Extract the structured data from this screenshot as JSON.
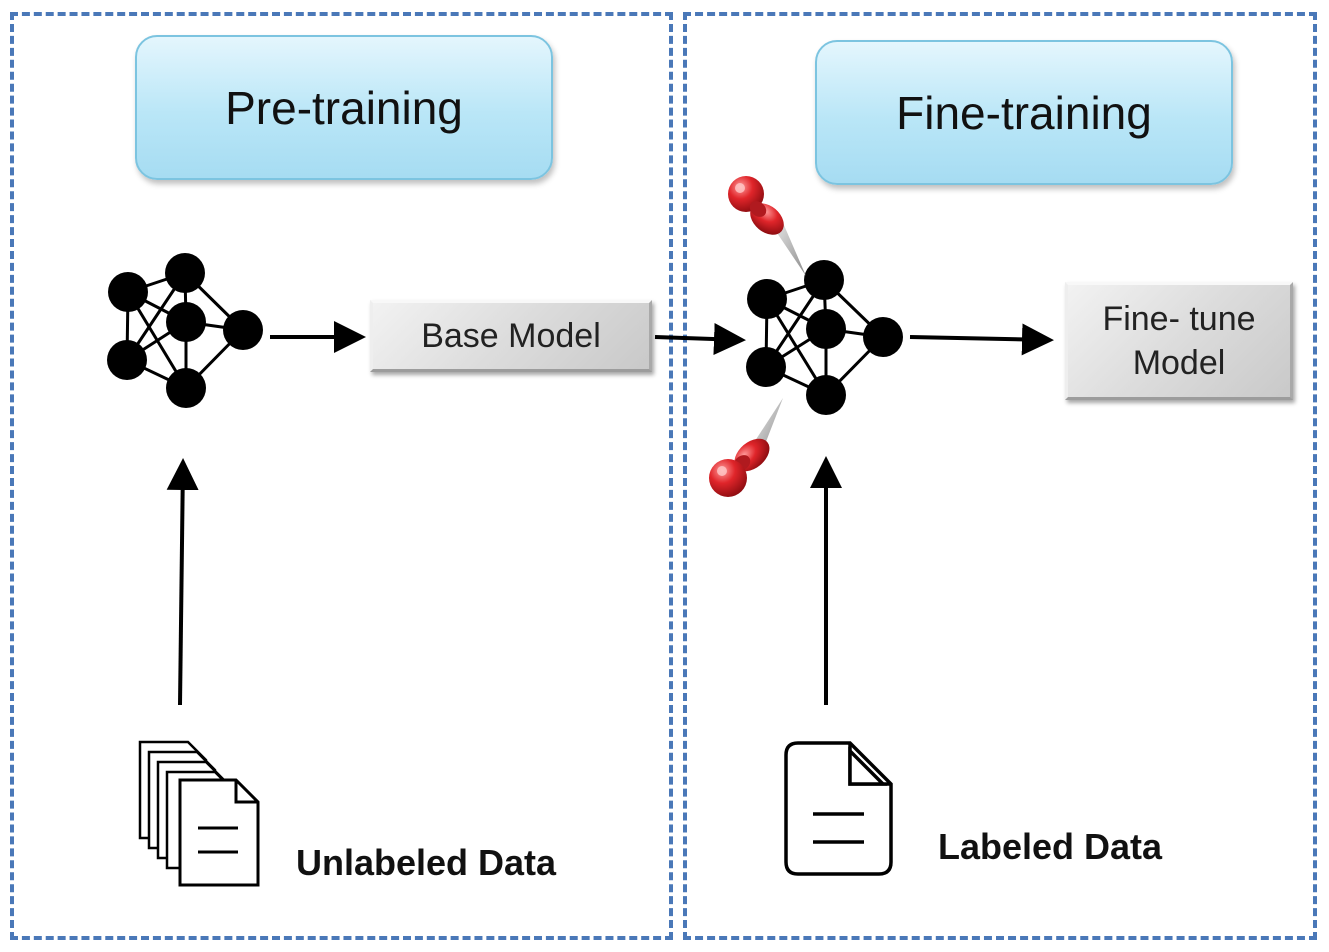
{
  "stages": {
    "pretraining": "Pre-training",
    "finetraining": "Fine-training"
  },
  "models": {
    "base": "Base Model",
    "finetune_line1": "Fine- tune",
    "finetune_line2": "Model"
  },
  "data_labels": {
    "unlabeled": "Unlabeled Data",
    "labeled": "Labeled Data"
  },
  "icons": {
    "network": "neural-network-icon",
    "documents": "document-stack-icon",
    "document": "document-icon",
    "pin": "pushpin-icon"
  },
  "colors": {
    "panel_border": "#4a78b8",
    "stage_fill": "#b9e6f7",
    "pin": "#e0252a"
  }
}
